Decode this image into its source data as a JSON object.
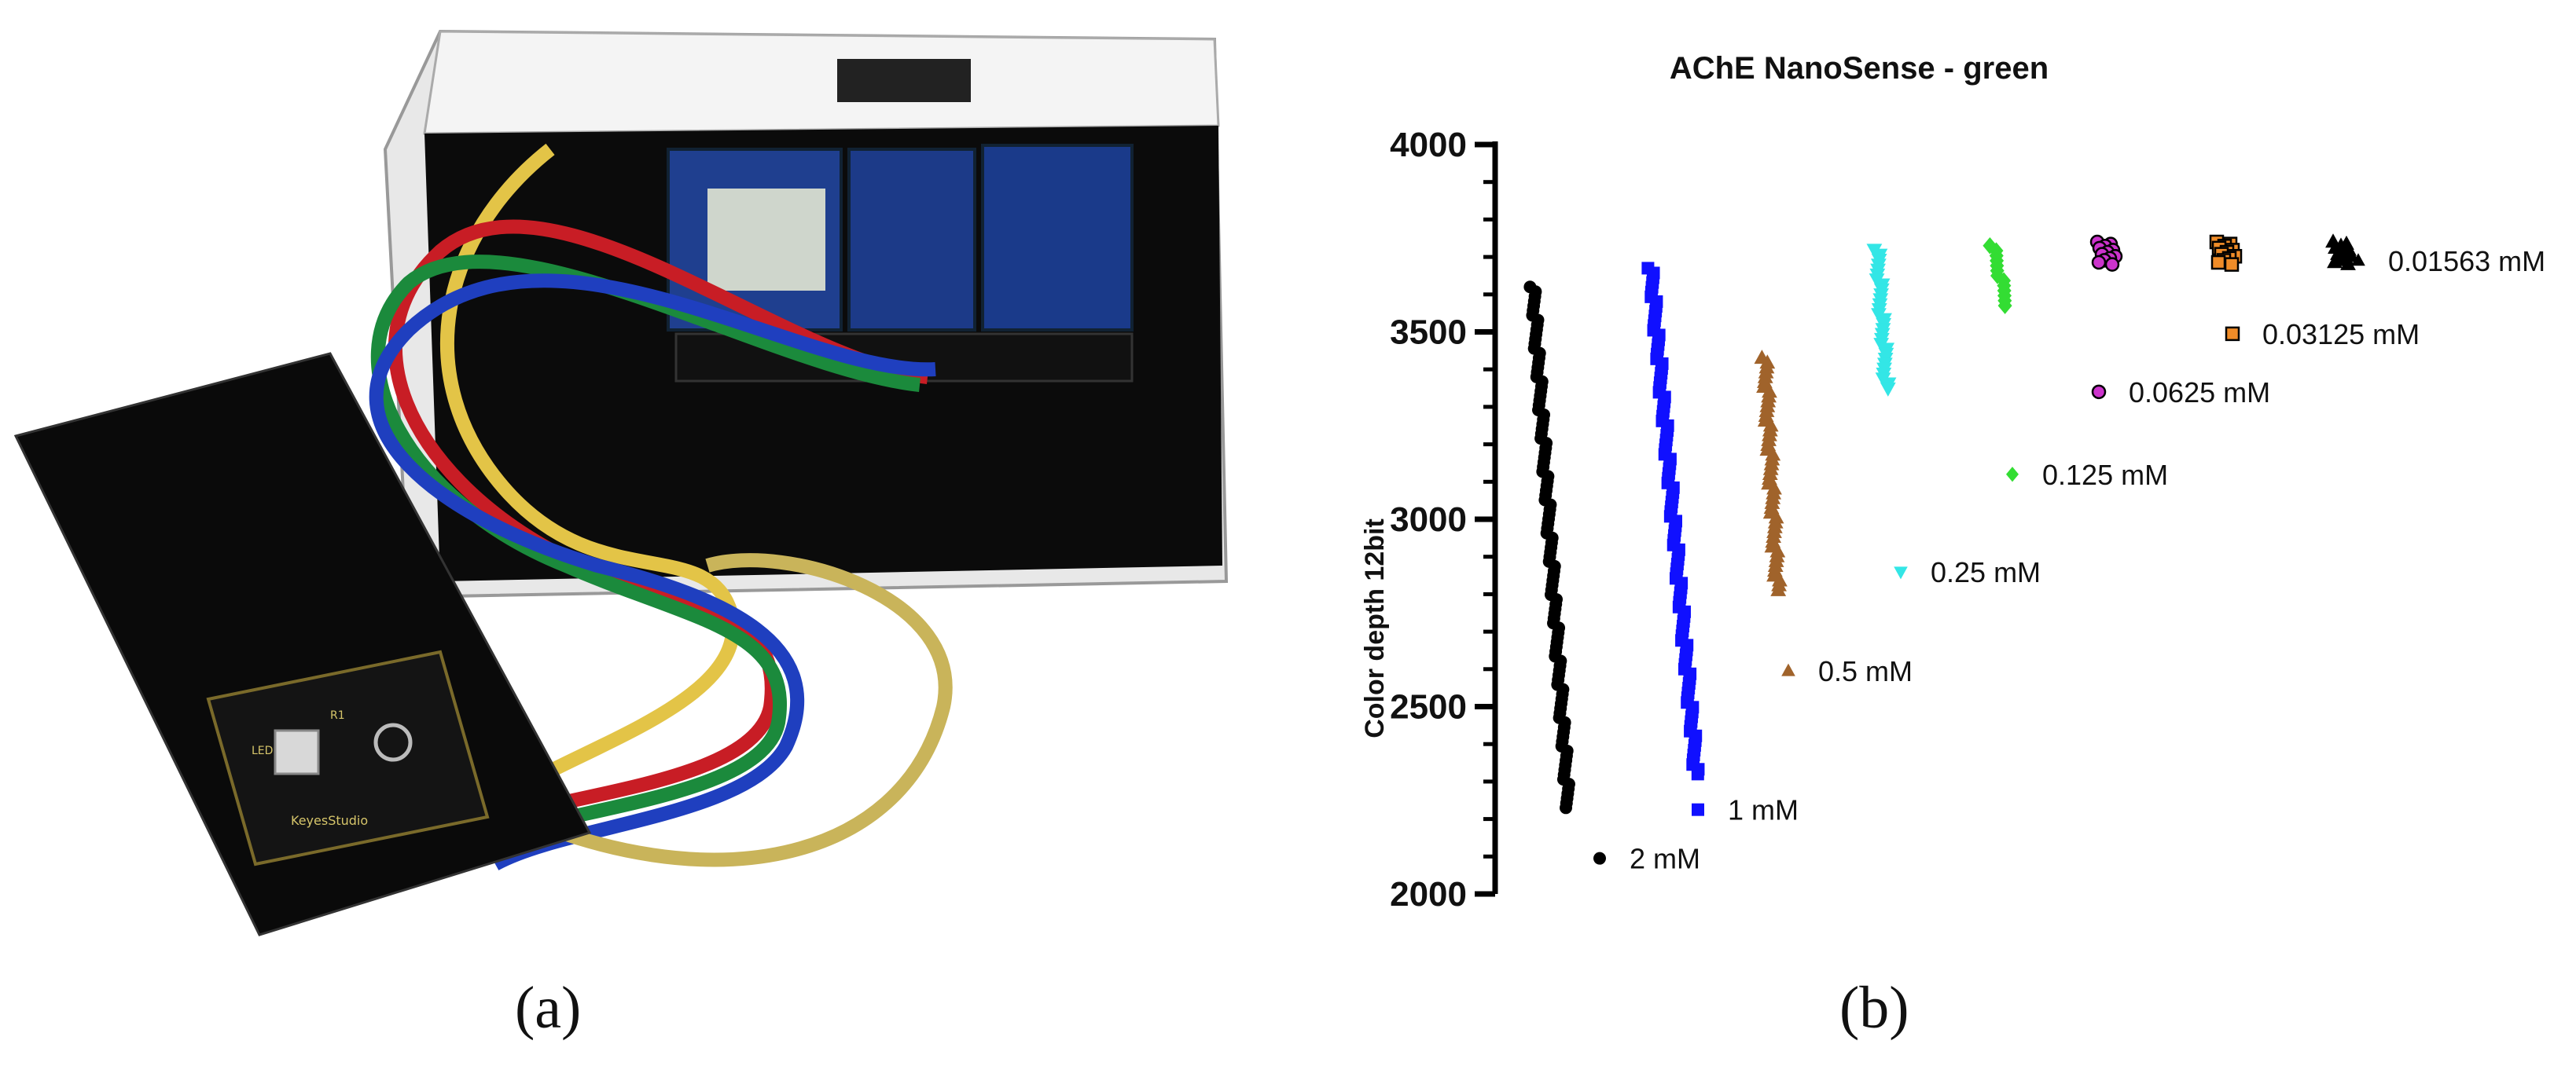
{
  "captions": {
    "left": "(a)",
    "right": "(b)"
  },
  "photo": {
    "description_icon": "rgb-color-sensor-device-photo",
    "board_texts": [
      "LED",
      "R1",
      "KeyesStudio"
    ]
  },
  "chart_data": {
    "type": "scatter",
    "title": "AChE NanoSense - green",
    "xlabel": "",
    "ylabel": "Color depth 12bit",
    "ylim": [
      2000,
      4000
    ],
    "yticks": [
      2000,
      2500,
      3000,
      3500,
      4000
    ],
    "ytick_labels": [
      "2000",
      "2500",
      "3000",
      "3500",
      "4000"
    ],
    "x_axis_shown": false,
    "grid": false,
    "legend_placement": "inline-right-of-series",
    "series": [
      {
        "name": "2 mM",
        "color": "#000000",
        "marker": "circle",
        "x_index": 0,
        "y_start": 3620,
        "y_end": 2230
      },
      {
        "name": "1 mM",
        "color": "#1010ff",
        "marker": "square",
        "x_index": 1,
        "y_start": 3670,
        "y_end": 2320
      },
      {
        "name": "0.5 mM",
        "color": "#a0632b",
        "marker": "triangle-up",
        "x_index": 2,
        "y_start": 3430,
        "y_end": 2810
      },
      {
        "name": "0.25 mM",
        "color": "#33e6e6",
        "marker": "triangle-down",
        "x_index": 3,
        "y_start": 3720,
        "y_end": 3350
      },
      {
        "name": "0.125 mM",
        "color": "#33dd33",
        "marker": "diamond",
        "x_index": 4,
        "y_start": 3730,
        "y_end": 3570
      },
      {
        "name": "0.0625 mM",
        "color": "#cc33cc",
        "marker": "circle-outlined",
        "x_index": 5,
        "y_start": 3740,
        "y_end": 3680
      },
      {
        "name": "0.03125 mM",
        "color": "#f08c28",
        "marker": "square-outlined",
        "x_index": 6,
        "y_start": 3740,
        "y_end": 3680
      },
      {
        "name": "0.01563 mM",
        "color": "#000000",
        "marker": "triangle-up",
        "x_index": 7,
        "y_start": 3740,
        "y_end": 3680
      }
    ]
  }
}
